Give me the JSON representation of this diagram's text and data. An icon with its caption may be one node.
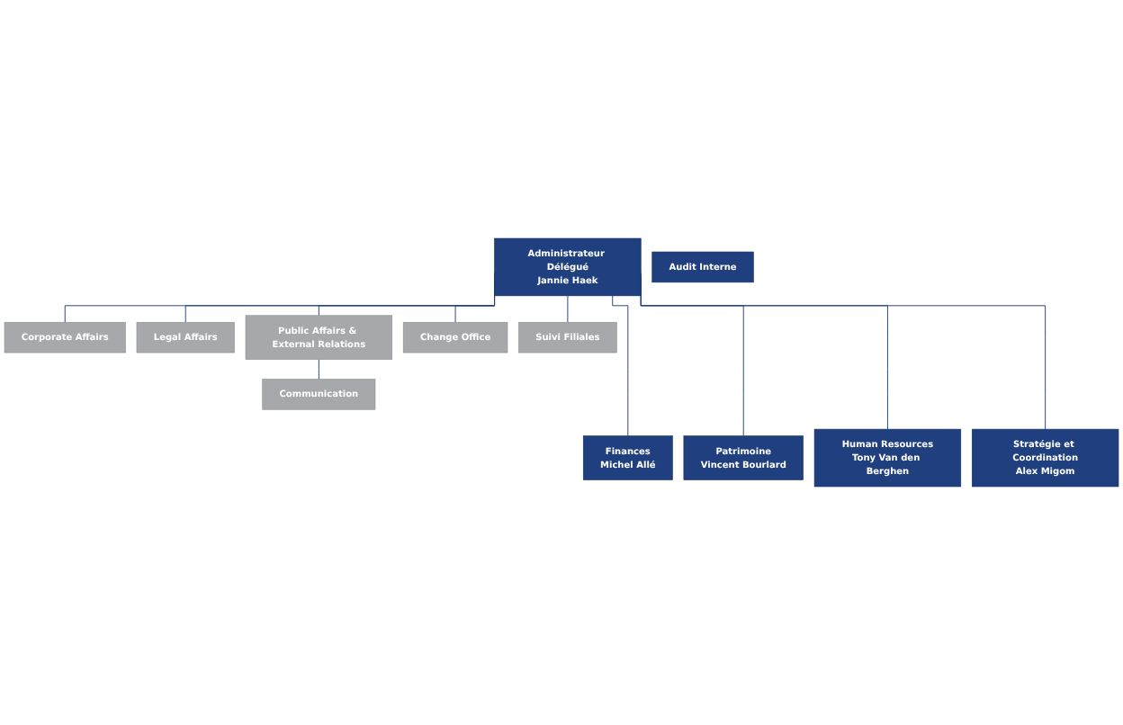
{
  "diagram": {
    "nodes": [
      {
        "text": [
          "Administrateur Délégué",
          "Jannie Haek"
        ]
      },
      {
        "text": [
          "Audit Interne"
        ]
      },
      {
        "text": [
          "Corporate Affairs"
        ]
      },
      {
        "text": [
          "Legal Affairs"
        ]
      },
      {
        "text": [
          "Public Affairs & External Relations"
        ]
      },
      {
        "text": [
          "Change Office"
        ]
      },
      {
        "text": [
          "Communication"
        ]
      },
      {
        "text": [
          "Suivi Filiales"
        ]
      },
      {
        "text": [
          "Finances",
          "Michel Allé"
        ]
      },
      {
        "text": [
          "Patrimoine",
          "Vincent Bourlard"
        ]
      },
      {
        "text": [
          "Human Resources",
          "Tony Van den Berghen"
        ]
      },
      {
        "text": [
          "Stratégie et Coordination",
          "Alex Migom"
        ]
      }
    ],
    "edges": [
      {
        "from": 0,
        "to": 2,
        "arrow": "none"
      },
      {
        "from": 0,
        "to": 3,
        "arrow": "none"
      },
      {
        "from": 0,
        "to": 4,
        "arrow": "none"
      },
      {
        "from": 0,
        "to": 5,
        "arrow": "none"
      },
      {
        "from": 4,
        "to": 6,
        "arrow": "none"
      },
      {
        "from": 0,
        "to": 7,
        "arrow": "none"
      },
      {
        "from": 0,
        "to": 8,
        "arrow": "none"
      },
      {
        "from": 0,
        "to": 9,
        "arrow": "none"
      },
      {
        "from": 0,
        "to": 10,
        "arrow": "none"
      },
      {
        "from": 0,
        "to": 11,
        "arrow": "none"
      }
    ]
  }
}
